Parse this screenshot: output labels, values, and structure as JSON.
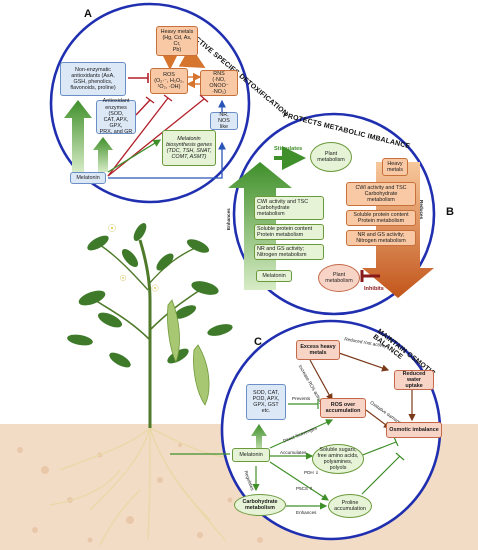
{
  "panel_a": {
    "label": "A",
    "title": "REACTIVE SPECIES DETOXIFICATION",
    "heavy_metals": "Heavy metals\n(Hg, Cd, As, Cr,\nPb)",
    "ros": "ROS\n(O₂·⁻, H₂O₂,\n¹O₂, ·OH)",
    "rns": "RNS\n(·NO, ONOO⁻\n·NO₂)",
    "non_enzymatic": "Non-enzymatic\nantioxidants (AsA,\nGSH, phenolics,\nflavonoids, proline)",
    "antioxidant_enzymes": "Antioxidant\nenzymes (SOD,\nCAT, APX, GPX,\nPRX, and GR",
    "nr_nos": "NR, NOS\nlike",
    "melatonin_genes": "Melatonin\nbiosynthesis genes\n(TDC, TSH, SNAT,\nCOMT, ASMT)",
    "melatonin": "Melatonin"
  },
  "panel_b": {
    "label": "B",
    "title": "PROTECTS METABOLIC IMBALANCE",
    "stimulates": "Stimulates",
    "plant_metabolism_top": "Plant\nmetabolism",
    "enhances": "Enhances",
    "cwi_left": "CWI activity and TSC\nCarbohydrate\nmetabolism",
    "soluble_left": "Soluble protein content\nProtein metabolism",
    "nr_gs_left": "NR and GS activity;\nNitrogen metabolism",
    "melatonin": "Melatonin",
    "heavy_metals": "Heavy\nmetals",
    "cwi_right": "CWI activity and TSC\nCarbohydrate\nmetabolism",
    "soluble_right": "Soluble protein content\nProtein metabolism",
    "nr_gs_right": "NR and GS activity;\nNitrogen metabolism",
    "reduces": "Reduces",
    "plant_metabolism_bottom": "Plant\nmetabolism",
    "inhibits": "Inhibits"
  },
  "panel_c": {
    "label": "C",
    "title": "MAINTAIN OSMOTIC BALANCE",
    "excess_metals": "Excess heavy\nmetals",
    "reduced_root": "Reduced root activity",
    "reduced_water": "Reduced water\nuptake",
    "increase_ros": "Increase ROS activity",
    "oxidative_damage": "Oxidative damage",
    "enzymes": "SOD, CAT,\nPOD, APX,\nGPX, GST\netc.",
    "prevents": "Prevents",
    "ros_over": "ROS over\naccumulation",
    "osmotic_imbalance": "Osmotic imbalance",
    "direct_scavenges": "Direct Scavenges",
    "melatonin": "Melatonin",
    "accumulates": "Accumulates",
    "soluble_sugars": "Soluble sugars,\nfree amino acids,\npolyamines,\npolyols",
    "regulates": "Regulates",
    "pdh": "PDH ⇓",
    "p5cs": "P5CS ⇑",
    "carbohydrate": "Carbohydrate\nmetabolism",
    "enhances": "Enhances",
    "proline": "Proline\naccumulation"
  },
  "colors": {
    "circle_border": "#1f2fb0",
    "green_arrow": "#3f8f2a",
    "red_inhibit": "#b2202a",
    "orange_arrow": "#d6752e",
    "soil": "#f3dcc6"
  }
}
